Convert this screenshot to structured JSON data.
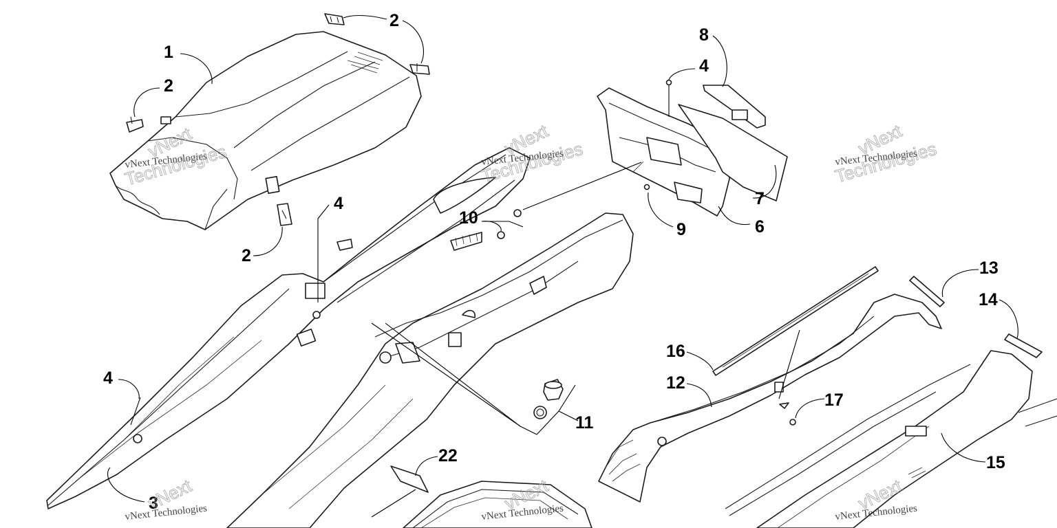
{
  "watermark": {
    "line1": "vNext Technologies",
    "line2": "vNext",
    "line3": "Technologies"
  },
  "callouts": {
    "c1": "1",
    "c2a": "2",
    "c2b": "2",
    "c2c": "2",
    "c3": "3",
    "c4a": "4",
    "c4b": "4",
    "c4c": "4",
    "c6": "6",
    "c7": "7",
    "c8": "8",
    "c9": "9",
    "c10": "10",
    "c11": "11",
    "c12": "12",
    "c13": "13",
    "c14": "14",
    "c15": "15",
    "c16": "16",
    "c17": "17",
    "c22": "22"
  },
  "colors": {
    "line": "#1a1a1a",
    "background": "#ffffff",
    "watermark": "#9a9a9a"
  }
}
